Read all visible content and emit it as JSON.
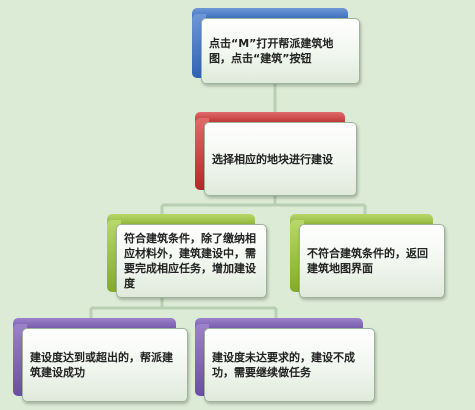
{
  "nodes": {
    "top": {
      "text": "点击“M”打开帮派建筑地图，点击“建筑”按钮"
    },
    "select": {
      "text": "选择相应的地块进行建设"
    },
    "meet": {
      "text": "符合建筑条件，除了缴纳相应材料外，建筑建设中，需要完成相应任务，增加建设度"
    },
    "not_meet": {
      "text": "不符合建筑条件的，返回建筑地图界面"
    },
    "success": {
      "text": "建设度达到或超出的，帮派建筑建设成功"
    },
    "fail": {
      "text": "建设度未达要求的，建设不成功，需要继续做任务"
    }
  },
  "colors": {
    "background": "#dcebd6",
    "connector": "#b7cfb2",
    "blue": "#3b6fbf",
    "red": "#c23a3a",
    "green": "#93b83a",
    "purple": "#7a5fb0"
  }
}
